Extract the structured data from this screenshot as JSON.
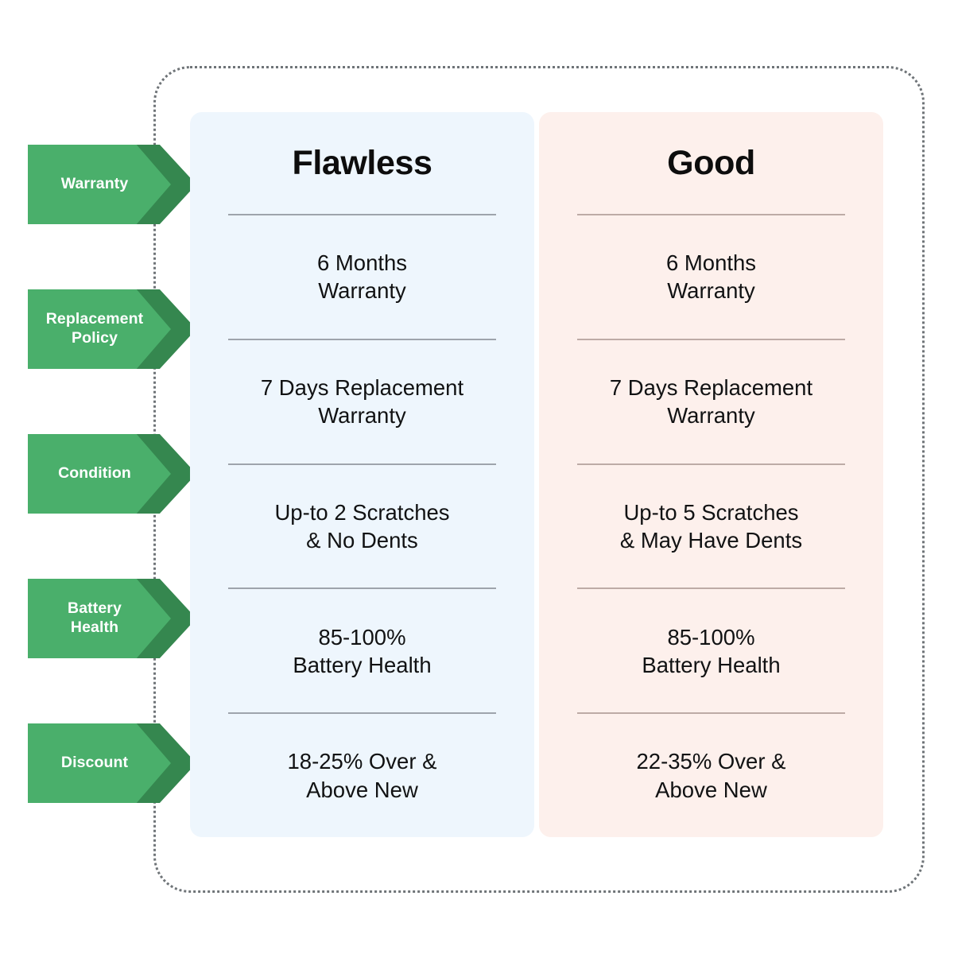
{
  "colors": {
    "arrow_light": "#4aaf6b",
    "arrow_dark": "#35874f",
    "card_flawless_bg": "#eef6fd",
    "card_good_bg": "#fdf0ec",
    "divider_flawless": "#9ea4ac",
    "divider_good": "#bdaba6",
    "frame_border": "#6f7478",
    "text_dark": "#111213",
    "text_on_arrow": "#ffffff"
  },
  "comparison": {
    "row_labels": [
      {
        "text": "Warranty"
      },
      {
        "text": "Replacement\nPolicy"
      },
      {
        "text": "Condition"
      },
      {
        "text": "Battery\nHealth"
      },
      {
        "text": "Discount"
      }
    ],
    "columns": [
      {
        "title": "Flawless",
        "cells": [
          "6 Months\nWarranty",
          "7 Days Replacement\nWarranty",
          "Up-to 2 Scratches\n& No Dents",
          "85-100%\nBattery Health",
          "18-25% Over &\nAbove New"
        ]
      },
      {
        "title": "Good",
        "cells": [
          "6 Months\nWarranty",
          "7 Days Replacement\nWarranty",
          "Up-to 5 Scratches\n& May Have Dents",
          "85-100%\nBattery Health",
          "22-35% Over &\nAbove New"
        ]
      }
    ]
  }
}
